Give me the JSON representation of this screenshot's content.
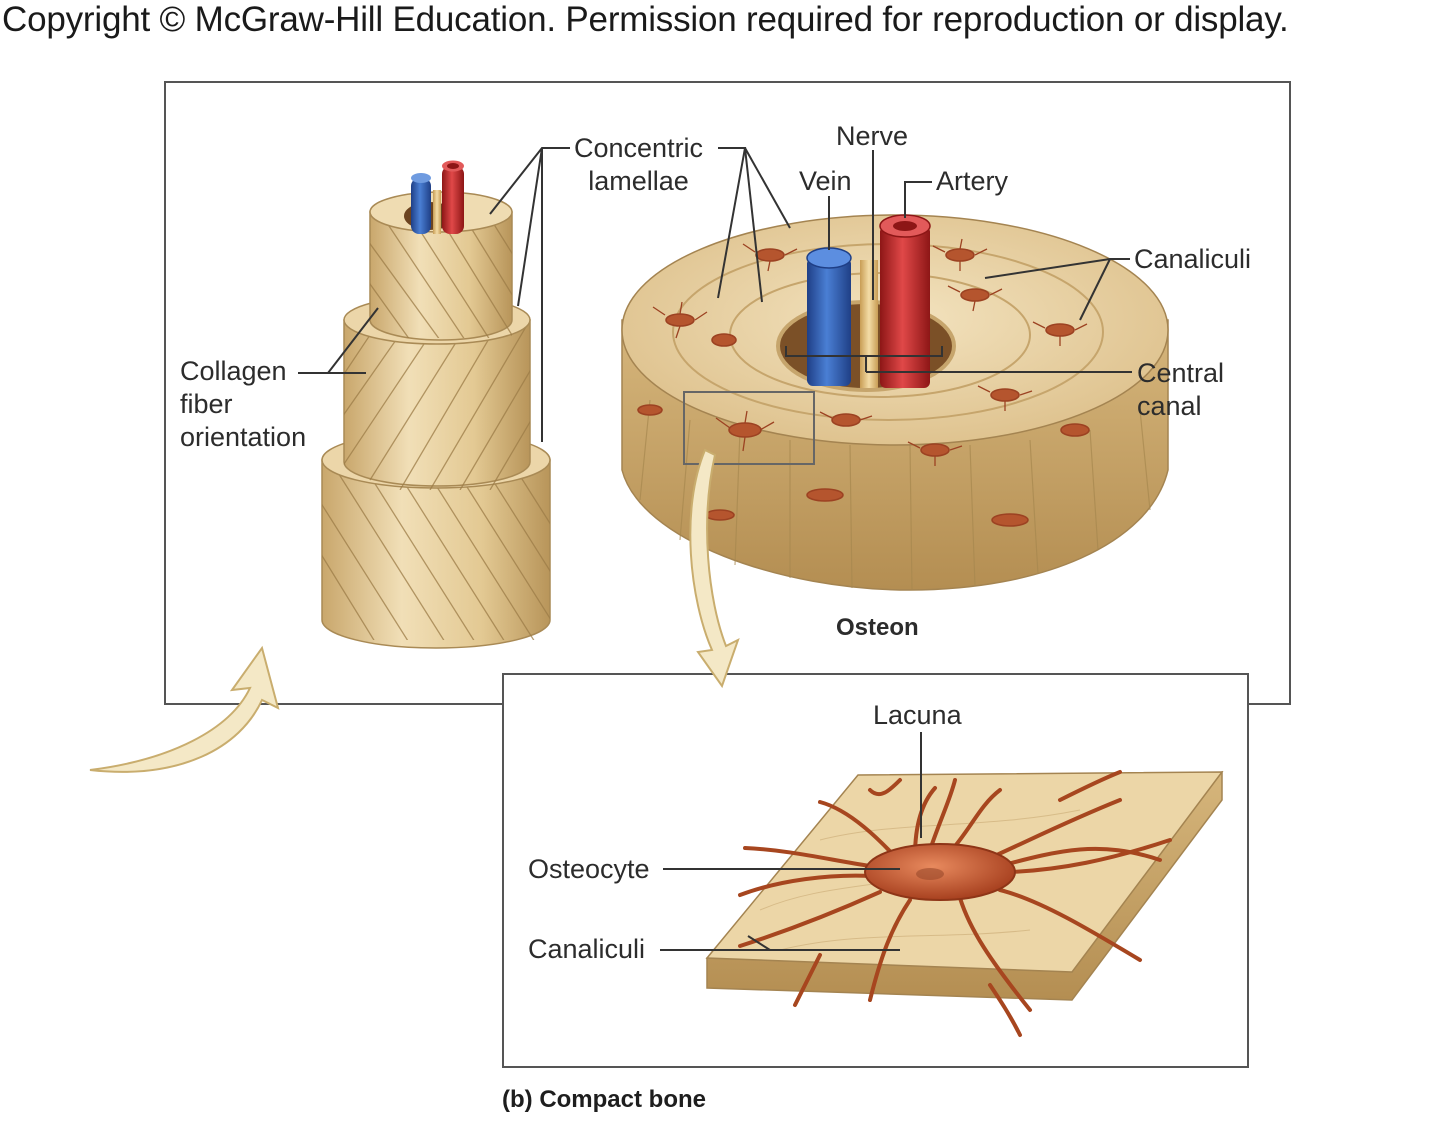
{
  "header": {
    "copyright": "Copyright © McGraw-Hill Education. Permission required for reproduction or display."
  },
  "labels": {
    "concentric_lamellae_1": "Concentric",
    "concentric_lamellae_2": "lamellae",
    "nerve": "Nerve",
    "vein": "Vein",
    "artery": "Artery",
    "canaliculi_top": "Canaliculi",
    "central_canal_1": "Central",
    "central_canal_2": "canal",
    "collagen_1": "Collagen",
    "collagen_2": "fiber",
    "collagen_3": "orientation",
    "osteon": "Osteon",
    "lacuna": "Lacuna",
    "osteocyte": "Osteocyte",
    "canaliculi_bottom": "Canaliculi"
  },
  "caption": "(b) Compact bone",
  "colors": {
    "bone": "#e8d2a3",
    "bone_dark": "#c9a66b",
    "vein": "#2f5fb0",
    "artery": "#c42a2a",
    "nerve": "#e9c982",
    "cell": "#b5552e",
    "frame": "#555555"
  }
}
